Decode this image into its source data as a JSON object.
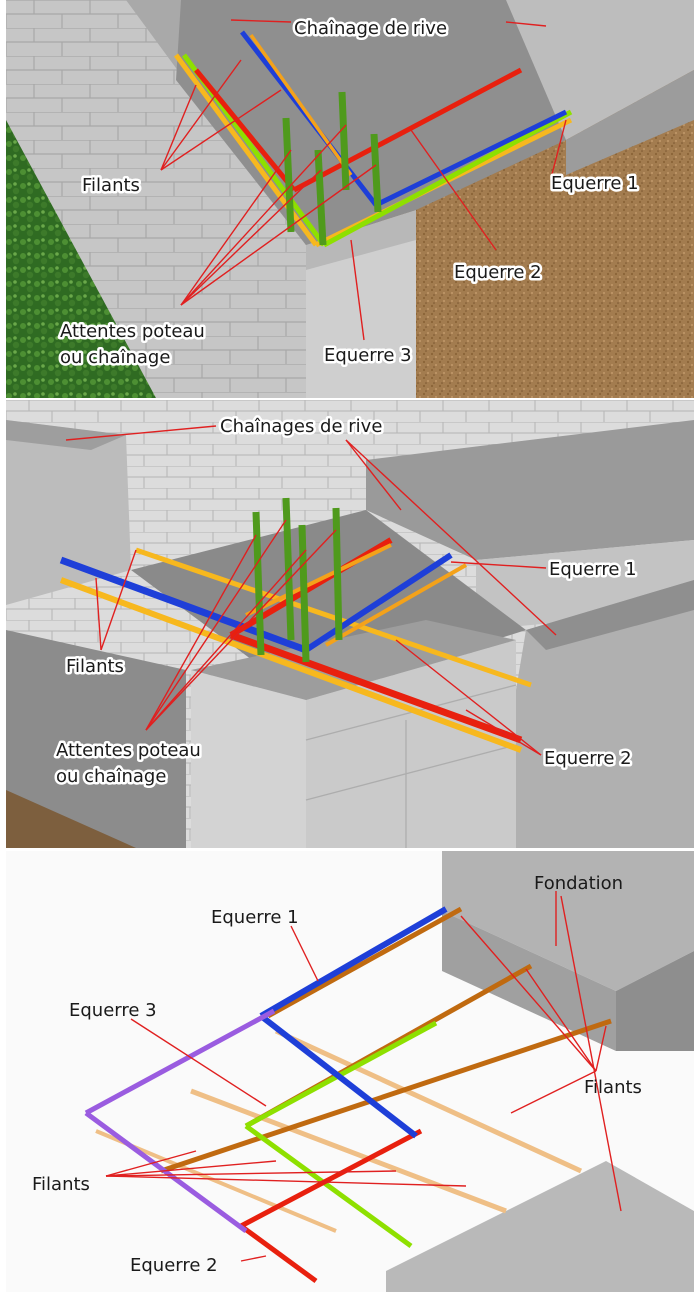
{
  "panels": [
    {
      "labels": {
        "chainage": "Chaînage de rive",
        "filants": "Filants",
        "equerre1": "Equerre 1",
        "equerre2": "Equerre 2",
        "equerre3": "Equerre 3",
        "attentes_line1": "Attentes poteau",
        "attentes_line2": "ou chaînage"
      }
    },
    {
      "labels": {
        "chainages": "Chaînages de rive",
        "filants": "Filants",
        "equerre1": "Equerre 1",
        "equerre2": "Equerre 2",
        "attentes_line1": "Attentes poteau",
        "attentes_line2": "ou chaînage"
      }
    },
    {
      "labels": {
        "fondation": "Fondation",
        "equerre1": "Equerre 1",
        "equerre3": "Equerre 3",
        "filants_right": "Filants",
        "filants_left": "Filants",
        "equerre2": "Equerre 2"
      }
    }
  ],
  "colors": {
    "rebar_blue": "#1e3fd8",
    "rebar_red": "#e8200e",
    "rebar_green": "#8ee000",
    "rebar_orange": "#f4a21a",
    "rebar_yellow": "#f7b81e",
    "rebar_purple": "#9a5ce0",
    "rebar_brown": "#c06a10",
    "rebar_tan": "#efbf86",
    "starter_bar": "#4f9a1c",
    "leader_line": "#e02020",
    "concrete": "#bdbdbd",
    "ground": "#a07a4e",
    "foliage": "#2f6b22"
  }
}
